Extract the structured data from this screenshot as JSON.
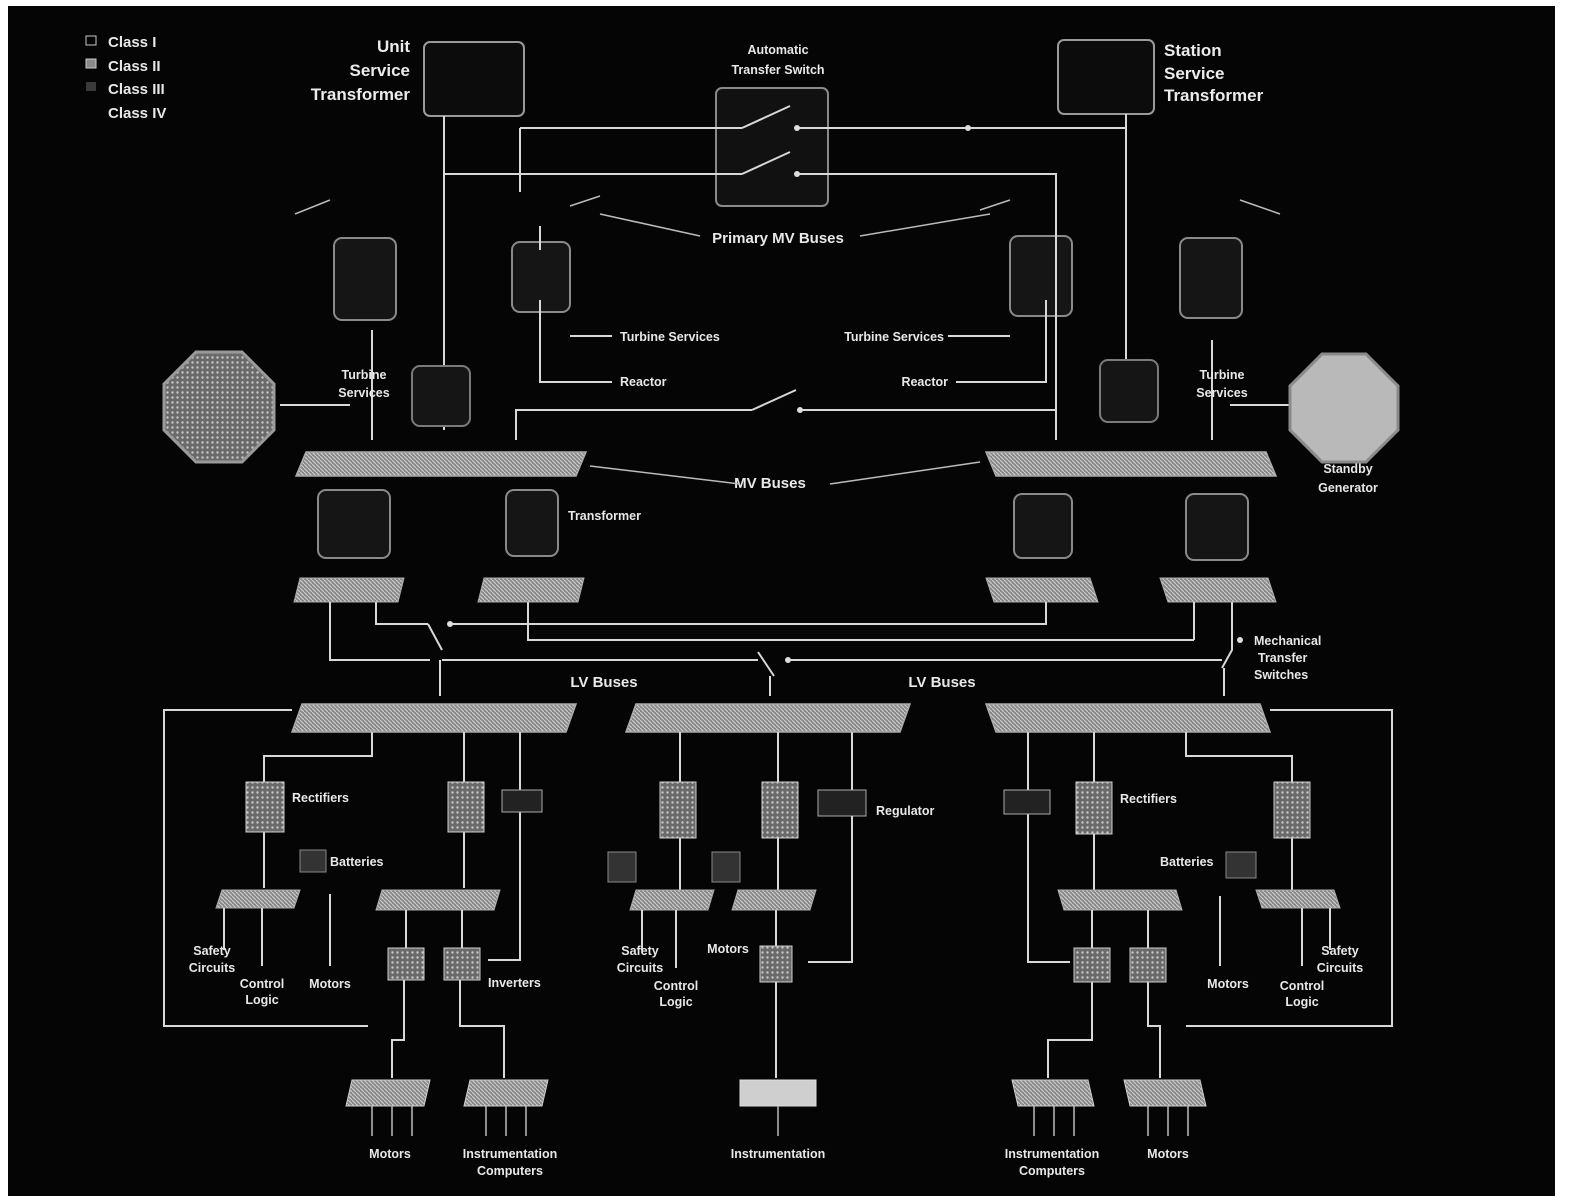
{
  "legend": [
    {
      "label": "Class I",
      "swatch": "#9a9a9a"
    },
    {
      "label": "Class II",
      "swatch": "#6e6e6e"
    },
    {
      "label": "Class III",
      "swatch": "#3a3a3a"
    },
    {
      "label": "Class IV",
      "swatch": "#050505"
    }
  ],
  "top": {
    "unit_service_transformer": [
      "Unit",
      "Service",
      "Transformer"
    ],
    "automatic_transfer_switch": [
      "Automatic",
      "Transfer Switch"
    ],
    "station_service_transformer": [
      "Station",
      "Service",
      "Transformer"
    ]
  },
  "labels": {
    "primary_mv_buses": "Primary MV Buses",
    "turbine_services_center_left": "Turbine Services",
    "turbine_services_center_right": "Turbine Services",
    "reactor_left": "Reactor",
    "reactor_right": "Reactor",
    "turbine_services_left": [
      "Turbine",
      "Services"
    ],
    "turbine_services_right": [
      "Turbine",
      "Services"
    ],
    "standby_generator": [
      "Standby",
      "Generator"
    ],
    "mv_buses": "MV Buses",
    "transformer": "Transformer",
    "mechanical_transfer_switches": [
      "Mechanical",
      "Transfer",
      "Switches"
    ],
    "lv_buses_left": "LV Buses",
    "lv_buses_right": "LV Buses",
    "rectifiers_left": "Rectifiers",
    "rectifiers_right": "Rectifiers",
    "batteries_left": "Batteries",
    "batteries_right": "Batteries",
    "regulator": "Regulator",
    "inverters": "Inverters",
    "safety_circuits_left": [
      "Safety",
      "Circuits"
    ],
    "control_logic_left": [
      "Control",
      "Logic"
    ],
    "motors_left": "Motors",
    "safety_circuits_mid": [
      "Safety",
      "Circuits"
    ],
    "control_logic_mid": [
      "Control",
      "Logic"
    ],
    "motors_mid": "Motors",
    "motors_right": "Motors",
    "control_logic_right": [
      "Control",
      "Logic"
    ],
    "safety_circuits_right": [
      "Safety",
      "Circuits"
    ]
  },
  "bottom": {
    "motors_left": "Motors",
    "instr_comp_left": [
      "Instrumentation",
      "Computers"
    ],
    "instrumentation": "Instrumentation",
    "instr_comp_right": [
      "Instrumentation",
      "Computers"
    ],
    "motors_right": "Motors"
  },
  "colors": {
    "background": "#050505",
    "line": "#d8d8d8",
    "bus_fill": "#8c8c8c",
    "generator_left": "#7d7d7d",
    "generator_right": "#b9b9b9"
  }
}
